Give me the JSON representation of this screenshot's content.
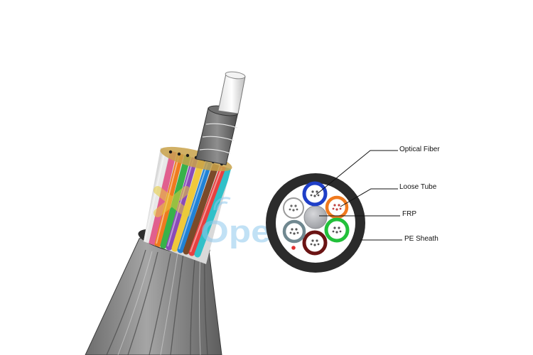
{
  "diagram": {
    "labels": {
      "optical_fiber": "Optical Fiber",
      "loose_tube": "Loose Tube",
      "frp": "FRP",
      "pe_sheath": "PE Sheath"
    },
    "watermark_text": "Opelink",
    "colors": {
      "sheath": "#2b2b2b",
      "tube_blue": "#1f3fc8",
      "tube_orange": "#f07a1e",
      "tube_green": "#22c03a",
      "tube_brown": "#6b1414",
      "tube_slate": "#708890",
      "tube_white": "#f4f4f4",
      "frp": "#a9abb0",
      "watermark": "#8fc9ee"
    }
  }
}
